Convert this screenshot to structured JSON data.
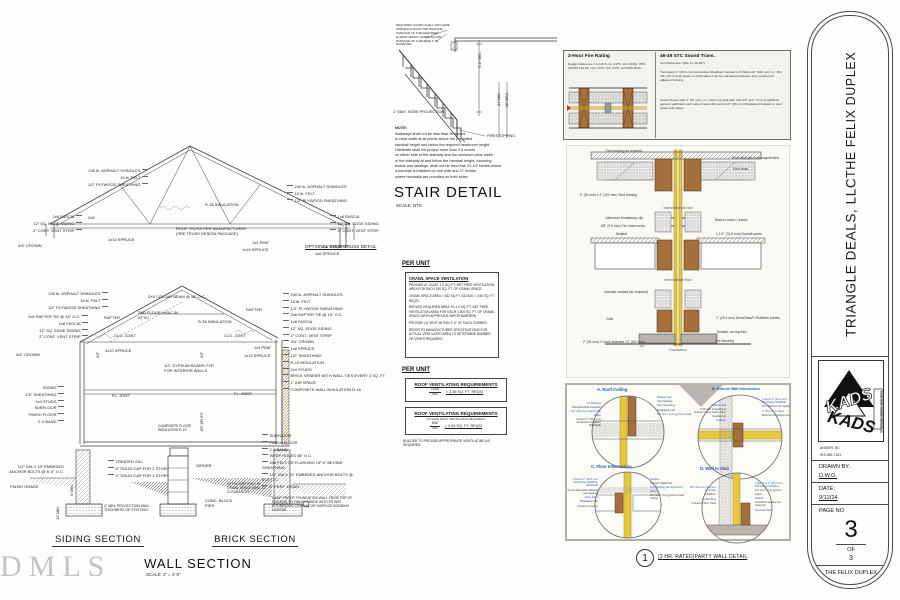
{
  "sheet": {
    "watermark": "DMLS"
  },
  "title_block": {
    "company": "TRIANGLE DEALS, LLC",
    "project": "THE FELIX DUPLEX",
    "logo_word": "KADS",
    "logo_tagline": "CUSTOM HOME DESIGNS",
    "city": "ANGIER, NC",
    "phone": "919-369-7181",
    "drawn_by_label": "DRAWN BY:",
    "drawn_by": "D.W.O.",
    "date_label": "DATE:",
    "date": "9/12/24",
    "page_no_label": "PAGE NO",
    "page_no": "3",
    "of_label": "OF",
    "total_pages": "3",
    "footer_project": "THE FELIX DUPLEX"
  },
  "truss_detail": {
    "roof_layers_left": [
      "240 lb. ASPHALT SHINGLES",
      "15 lb. FELT",
      "1/2\" PLYWOOD SHEATHING"
    ],
    "eave_left": [
      "1x8 FASCIA",
      "12\" SQ. EDGE SIDING",
      "2\" CONT. VENT STRIP"
    ],
    "crown_left": "3/4\" CROWN",
    "member_2x8": "2x8",
    "spruce_left": "1x10 SPRUCE",
    "roof_layers_right": [
      "240 lb. ASPHALT SHINGLES",
      "15 lb. FELT",
      "1/2\" PLYWOOD SHEATHING"
    ],
    "insulation": "R-38 INSULATION",
    "eave_right": [
      "1x8 FASCIA",
      "12\" SQ. EDGE SIDING",
      "2\" CONT. VENT STRIP"
    ],
    "crown_right": "3/4\" CROWN",
    "spruce_right": "1x6 SPRUCE",
    "pine": "1x4 PINE",
    "spruce2": "1x10 SPRUCE",
    "truss_note": "ROOF TRUSS PER MANUFACTURER (SEE TRUSS DESIGN PACKAGE)",
    "caption": "OPTIONAL ROOF TRUSS DETAIL"
  },
  "wall_section": {
    "left_roof": [
      "240 lb. ASPHALT SHINGLES",
      "15 lb. FELT",
      "1/2\" PLYWOOD SHEATHING"
    ],
    "left_eave": [
      "2x6 RAFTER TIE @ 16\" O.C.",
      "1x8 FASCIA",
      "12\" SQ. EDGE SIDING",
      "2\" CONT. VENT STRIP"
    ],
    "left_crown": "3/4\" CROWN",
    "left_wall": [
      "SIDING",
      "1/2\" SHEATHING",
      "2x4 STUDS",
      "SUBFLOOR",
      "FINISH FLOOR",
      "2 X  BAND"
    ],
    "left_bolts": "1/2\" DIA X 15\" EMBEDED ANCHOR BOLTS @ 6'-0\" O.C.",
    "left_grade": "FINISH GRADE",
    "footing_note": "2\" MIN. PROJECTION MAX. - THICKNESS OF FOOTING",
    "collar": "2X4 COLLAR BEAM @ 48\" O.C.",
    "rafter_l": "RAFTER",
    "rafter_r": "RAFTER",
    "hvac_attic": "2ND FLOOR HVAC IN ATTIC",
    "clg_l": "CLG. JOIST",
    "clg_r": "CLG. JOIST",
    "spruce_l": "1x10 SPRUCE",
    "pine_r": "1x4 PINE",
    "spruce_r": "1x10 SPRUCE",
    "r38": "R-38 INSULATION",
    "gypsum": "1/2\" GYPSUM BOARD TYP. FOR INTERIOR WALLS",
    "fl_l": "FL. JOIST",
    "fl_r": "FL. JOIST",
    "floor_ins": "COMPOSITE FLOOR INSULATION R-19",
    "sill_group": [
      "TREATED SILL",
      "8\" SOLID CAP FOR 2 STORY",
      "4\" SOLID CAP FOR 1 STORY"
    ],
    "girder": "GIRDER",
    "pier": "CONC. BLOCK PIER",
    "hvac_crawl": "1ST FLOOR HVAC IN CRAWL SPACE (MIN. 22\" CLEARANCE)",
    "brick_sill_group": [
      "TREATED SILL",
      "CORBEL BRICK AS SHOWN BELOW",
      "8\" SOLID CAP"
    ],
    "right_roof": [
      "240 lb. ASPHALT SHINGLES",
      "15 lb. FELT",
      "1/2\" PLYWOOD SHEATHING",
      "2x6 RAFTER TIE @ 16\" O.C.",
      "1x8 FASCIA",
      "12\" SQ. EDGE SIDING",
      "2\" CONT. VENT STRIP",
      "3/4\" CROWN",
      "1x6 SPRUCE",
      "1/2\" SHEATHING",
      "R-15 INSULATION",
      "2x4 STUDS",
      "BRICK VENEER WITH WALL TIES EVERY 3 SQ. FT.",
      "1\" AIR SPACE",
      "COMPOSITE WALL INSULATION R-16"
    ],
    "right_floor": [
      "SUBFLOOR",
      "FINISH FLOOR",
      "2 X  BAND",
      "WEEP HOLES 48\" O.C.",
      "30# FELT OR FLASHING UP 6\" BEHIND SHEATHING",
      "1/2\" DIA X 15\" EMBEDED ANCHOR BOLTS @ 6'-0\" O.C.",
      "4\" PERF. DRAIN"
    ],
    "damp_proof": "DAMP PROOF FOUNDATION WALL FROM TOP OF FOOTING TO FINISH GRADE WITH EITHER BITUMINOUS COATING OR SURFACE BONDING MORTAR",
    "dim_8": "8'0\"",
    "dim_89": "8'0\" OR 9'0\"",
    "dim_6min": "6\" MIN.",
    "dim_12min": "12\" MIN.",
    "siding_title": "SIDING SECTION",
    "brick_title": "BRICK SECTION",
    "main_title": "WALL SECTION",
    "scale": "SCALE:  1\" = 1'-0\""
  },
  "stair_detail": {
    "guard_note": "REQUIRED GUARD SHALL NOT HAVE OPENINGS FROM THE WALKING SURFACE TO THE REQUIRED GUARD HEIGHT WHICH ALLOW PASSAGE OF A SPHERE 4\" IN DIAMETER",
    "nose": "1\" MAX. NOSE PROJECTION",
    "firestopping": "FIRESTOPPING",
    "dim_headroom": "6'-8\" MIN.",
    "dim_rail_min": "34\" MIN.",
    "dim_rail_max": "38\" MAX.",
    "note_title": "NOTE:",
    "note_lines": [
      "Stairways shall not be less than 36 inches",
      "in clear width at all points above the permitted",
      "handrail height and below the required headroom height.",
      "Handrails shall not project more than 4.5 inches",
      "on either side of the stairway and the minimum clear width",
      "of the stairway at and below the handrail height, including",
      "treads and landings, shall not be less than 31-1/2 inches where",
      "a handrail is installed on one side and 27 inches",
      "where handrails are provided on both sides"
    ],
    "title": "STAIR DETAIL",
    "scale": "SCALE:  NTS"
  },
  "ventilation": {
    "heading1": "PER UNIT",
    "crawl_title": "CRAWL SPACE VENTILATION",
    "crawl_paras": [
      "PROVIDE AT LEAST 1.0 SQ. FT. NET FREE VENTILATION AREA FOR EACH 150 SQ. FT. OF CRAWL SPACE.",
      "CRAWL SPACE AREA = 532 SQ.FT.  532/150 = 3.55 SQ. FT. REQ'D.",
      "REDUCE REQUIRED AREA TO 1.0 SQ. FT. NET FREE VENTILATION AREA FOR EACH 1,500 SQ. FT. OF CRAWL SPACE (WITH APPROVED VAPOR BARRIER)",
      "PROVIDE (1) VENT WITHIN 3'-0\" OF EACH CORNER.",
      "REFER TO MANUFACTURER SPECIFICATIONS FOR ACTUAL VENTILATED AREA TO DETERMINE NUMBER OF VENTS REQUIRED."
    ],
    "heading2": "PER UNIT",
    "roof1_title": "ROOF VENTILATING REQUIREMENTS",
    "roof1_num": "1008",
    "roof1_den": "300",
    "roof1_result": "=  3.36  SQ. FT. REQ'D",
    "roof2_title": "ROOF VENTILATING REQUIREMENTS",
    "roof2_sub": "(POWER ROOF VENTILATOR REQUIRED)",
    "roof2_num": "808",
    "roof2_den": "300",
    "roof2_result": "=  2.69  SQ. FT. REQ'D",
    "footer": "BUILDER TO PROVIDE APPROPRIATE VENTILATING AS REQUIRED."
  },
  "fire_rating": {
    "left_title": "2-Hour Fire Rating",
    "left_ref": "Design Reference: UL U373, UL U375, ULC W302, WHI-GP/WA 120-04, cUL U373, cUL U375, GA ASW 0810",
    "right_title": "46-49 STC Sound Trans.",
    "right_ref": "Test Reference: (WIL TL 10-297)",
    "para1": "Two layers 1\" (25.4 mm) DensGlass Shaftliner inserted in H-Studs 24\" (610 mm) o.c. Min. 3/4\" (19 mm) air space on both sides must be maintained between liner panels and adjacent framing.",
    "para2": "Sound Tested with 2\" (51 mm) x 4\" (102 mm) stud wall, with 1/2\" (12.7 mm) ToughRock gypsum wallboard each side of assembly and 3-1/2\" (89 mm) fiberglass insulation in stud space both sides."
  },
  "party_wall": {
    "left_labels": [
      "Fire blocking as required",
      "2\" (51 mm) x 4\" (102 mm) Stud framing",
      "Aluminum breakaway clip",
      "3/8\" (9.5 mm) Pan head screw",
      "Sealant",
      "Acoustic sealant (as required)",
      "Joist",
      "2\" (51 mm) C-track fastened 24\" (610 mm) o.c."
    ],
    "right_labels": [
      "Roof deck per code requirement",
      "Roof truss",
      "Back-to-back C-tracks",
      "1-1/4\" (31.8 mm) Drywall screw",
      "1\" (25.4 mm) DensGlass® Shaftliner panels",
      "Sealant, as required",
      "Fire Blocking"
    ],
    "captions": [
      "Intersection at roof",
      "Intermediate floor",
      "Foundation"
    ]
  },
  "details_panel": {
    "a_title": "A. Roof-Ceiling",
    "b_title": "B. Exterior Wall Intersection",
    "c_title": "C. Floor Intersection",
    "d_title": "D. Wall to Slab",
    "a_left": [
      "Ice Blocking",
      "Fiberglass Batt Insulation",
      "3/4\" (19 mm) minimum Air Space",
      "2 layers 1\" (25.4 mm) DensGlass Shaftliner (Shaftwall)"
    ],
    "a_right": [
      "Parapet Cap",
      "Cap Flashing",
      "Roof Sheathing",
      "Breakaway Clip",
      "1/2\" (12.7 mm) gypsum board"
    ],
    "b_left": [
      "Exterior Wall",
      "C-Runner & Sealant at Exterior Cavity Splice Joint, Sealing butt",
      "Caulking"
    ],
    "b_right": [
      "2 layers 1\" (25.4 mm) DensGlass Shaftliner",
      "3/4\" Minimum Air Space",
      "2\" (51 mm) H-Stud",
      "Minimum Clip Extension"
    ],
    "c_left": [
      "2 layers 1\" (25.4 mm) DensGlass Shaftliner (Shaftwall)",
      "Sound Attenuation Blanket (as required)",
      "Floor Joists",
      "Breakaway Clip",
      "Resilient Channel"
    ],
    "c_right": [
      "Subfloor",
      "Gypsum Wallboard",
      "Fire Blocking (as required by code)",
      "1/2\" (12.7 mm) gypsum board Ceiling"
    ],
    "d_left": [
      "3/4\" (19 mm) minimum Air Space",
      "Shaftliner",
      "Ice Blocking",
      "C-Runner Vinyl Track"
    ],
    "d_right": [
      "2 layers of 1\" (25.4 mm) DensGlass Shaftliner",
      "1/2\" (12.7 mm) gypsum board",
      "Sealant",
      "Acoustical Sealant (as required)",
      "Concrete Slab"
    ]
  },
  "callout": {
    "number": "1",
    "caption": "(2 HR. RATED)PARTY WALL DETAIL"
  }
}
